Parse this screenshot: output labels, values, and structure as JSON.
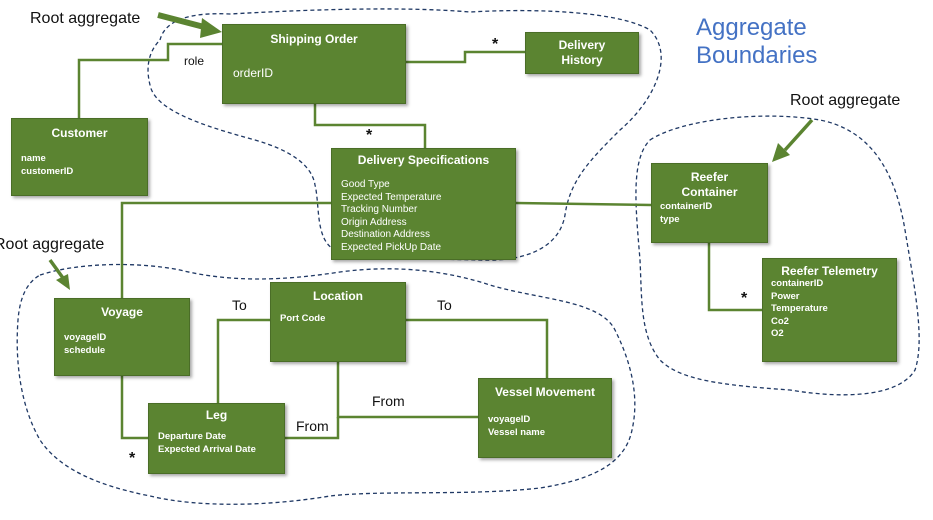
{
  "heading": {
    "line1": "Aggregate",
    "line2": "Boundaries"
  },
  "annotations": {
    "root_top": "Root aggregate",
    "root_right": "Root aggregate",
    "root_left": "Root aggregate"
  },
  "entities": {
    "shipping_order": {
      "title": "Shipping Order",
      "attrs": [
        "orderID"
      ]
    },
    "delivery_history": {
      "title_l1": "Delivery",
      "title_l2": "History"
    },
    "customer": {
      "title": "Customer",
      "attrs": [
        "name",
        "customerID"
      ]
    },
    "delivery_specs": {
      "title": "Delivery Specifications",
      "attrs": [
        "Good Type",
        "Expected Temperature",
        "Tracking Number",
        "Origin Address",
        "Destination Address",
        "Expected PickUp Date"
      ]
    },
    "reefer_container": {
      "title_l1": "Reefer",
      "title_l2": "Container",
      "attrs": [
        "containerID",
        "type"
      ]
    },
    "reefer_telemetry": {
      "title": "Reefer Telemetry",
      "attrs": [
        "containerID",
        "Power",
        "Temperature",
        "Co2",
        "O2"
      ]
    },
    "voyage": {
      "title": "Voyage",
      "attrs": [
        "voyageID",
        "schedule"
      ]
    },
    "location": {
      "title": "Location",
      "attrs": [
        "Port Code"
      ]
    },
    "leg": {
      "title": "Leg",
      "attrs": [
        "Departure Date",
        "Expected Arrival Date"
      ]
    },
    "vessel_movement": {
      "title": "Vessel Movement",
      "attrs": [
        "voyageID",
        "Vessel name"
      ]
    }
  },
  "relations": {
    "role": "role",
    "to_1": "To",
    "to_2": "To",
    "from_1": "From",
    "from_2": "From",
    "many": "*"
  },
  "colors": {
    "box": "#5b8431",
    "line": "#5b8431",
    "boundary": "#1f3864",
    "heading": "#4472c4"
  }
}
